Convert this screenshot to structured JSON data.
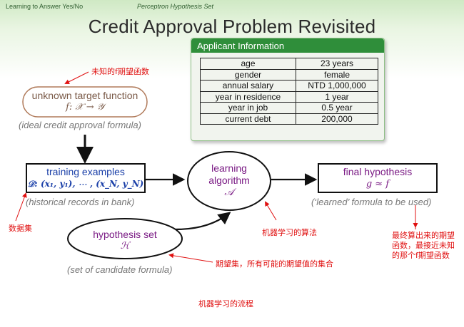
{
  "header": {
    "course": "Learning to Answer Yes/No",
    "section": "Perceptron Hypothesis Set",
    "title": "Credit Approval Problem Revisited"
  },
  "applicant": {
    "title": "Applicant Information",
    "rows": [
      {
        "label": "age",
        "value": "23 years"
      },
      {
        "label": "gender",
        "value": "female"
      },
      {
        "label": "annual salary",
        "value": "NTD 1,000,000"
      },
      {
        "label": "year in residence",
        "value": "1 year"
      },
      {
        "label": "year in job",
        "value": "0.5 year"
      },
      {
        "label": "current debt",
        "value": "200,000"
      }
    ]
  },
  "flow": {
    "target": {
      "title": "unknown target function",
      "math": "f: 𝒳 → 𝒴",
      "caption": "(ideal credit approval formula)"
    },
    "training": {
      "title": "training examples",
      "math": "𝒟: (x₁, y₁), ⋯ , (x_N, y_N)",
      "caption": "(historical records in bank)"
    },
    "algorithm": {
      "title_line1": "learning",
      "title_line2": "algorithm",
      "math": "𝒜"
    },
    "hypothesis": {
      "title": "final hypothesis",
      "math": "g ≈ f",
      "caption": "(‘learned’ formula to be used)"
    },
    "hset": {
      "title": "hypothesis set",
      "math": "ℋ",
      "caption": "(set of candidate formula)"
    }
  },
  "annotations": {
    "target": "未知的f期望函数",
    "data": "数据集",
    "algorithm": "机器学习的算法",
    "final": "最终算出来的期望函数，最接近未知的那个f期望函数",
    "hset": "期望集，所有可能的期望值的集合",
    "caption": "机器学习的流程"
  },
  "colors": {
    "accent_green": "#2f8e3a",
    "node_blue": "#1a3fa8",
    "node_purple": "#7a1a84",
    "annotation_red": "#e01010"
  }
}
